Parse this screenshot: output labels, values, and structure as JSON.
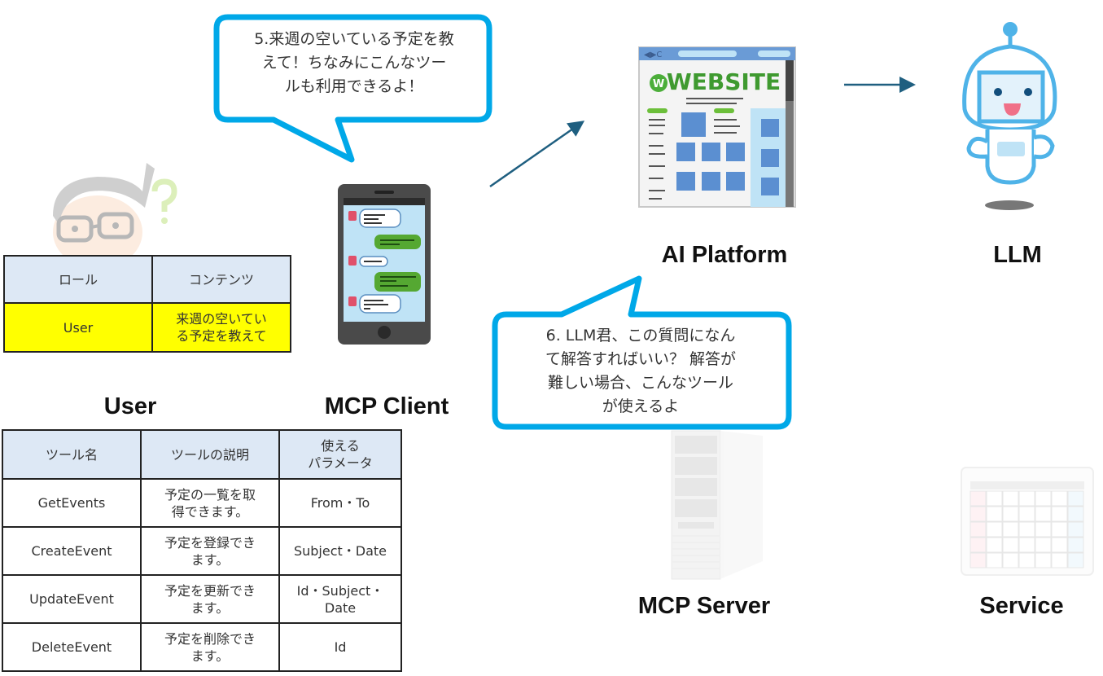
{
  "nodes": {
    "user": {
      "label": "User"
    },
    "mcp_client": {
      "label": "MCP Client"
    },
    "ai_platform": {
      "label": "AI Platform",
      "website_text": "WEBSITE"
    },
    "llm": {
      "label": "LLM"
    },
    "mcp_server": {
      "label": "MCP Server"
    },
    "service": {
      "label": "Service"
    }
  },
  "bubbles": {
    "client_message": {
      "lines": [
        "5.来週の空いている予定を教",
        "えて！ちなみにこんなツー",
        "ルも利用できるよ！"
      ]
    },
    "platform_message": {
      "lines": [
        "6. LLM君、この質問になん",
        "て解答すればいい？ 解答が",
        "難しい場合、こんなツール",
        "が使えるよ"
      ]
    }
  },
  "message_table": {
    "headers": [
      "ロール",
      "コンテンツ"
    ],
    "rows": [
      {
        "role": "User",
        "content_lines": [
          "来週の空いてい",
          "る予定を教えて"
        ]
      }
    ]
  },
  "tools_table": {
    "headers": [
      "ツール名",
      "ツールの説明",
      [
        "使える",
        "パラメータ"
      ]
    ],
    "rows": [
      {
        "name": "GetEvents",
        "desc": [
          "予定の一覧を取",
          "得できます。"
        ],
        "params": [
          "From・To"
        ]
      },
      {
        "name": "CreateEvent",
        "desc": [
          "予定を登録でき",
          "ます。"
        ],
        "params": [
          "Subject・Date"
        ]
      },
      {
        "name": "UpdateEvent",
        "desc": [
          "予定を更新でき",
          "ます。"
        ],
        "params": [
          "Id・Subject・",
          "Date"
        ]
      },
      {
        "name": "DeleteEvent",
        "desc": [
          "予定を削除でき",
          "ます。"
        ],
        "params": [
          "Id"
        ]
      }
    ]
  },
  "colors": {
    "bubble_border": "#00a8e8",
    "arrow": "#1f5f80",
    "table_header": "#dde8f5",
    "highlight": "#ffff00"
  }
}
